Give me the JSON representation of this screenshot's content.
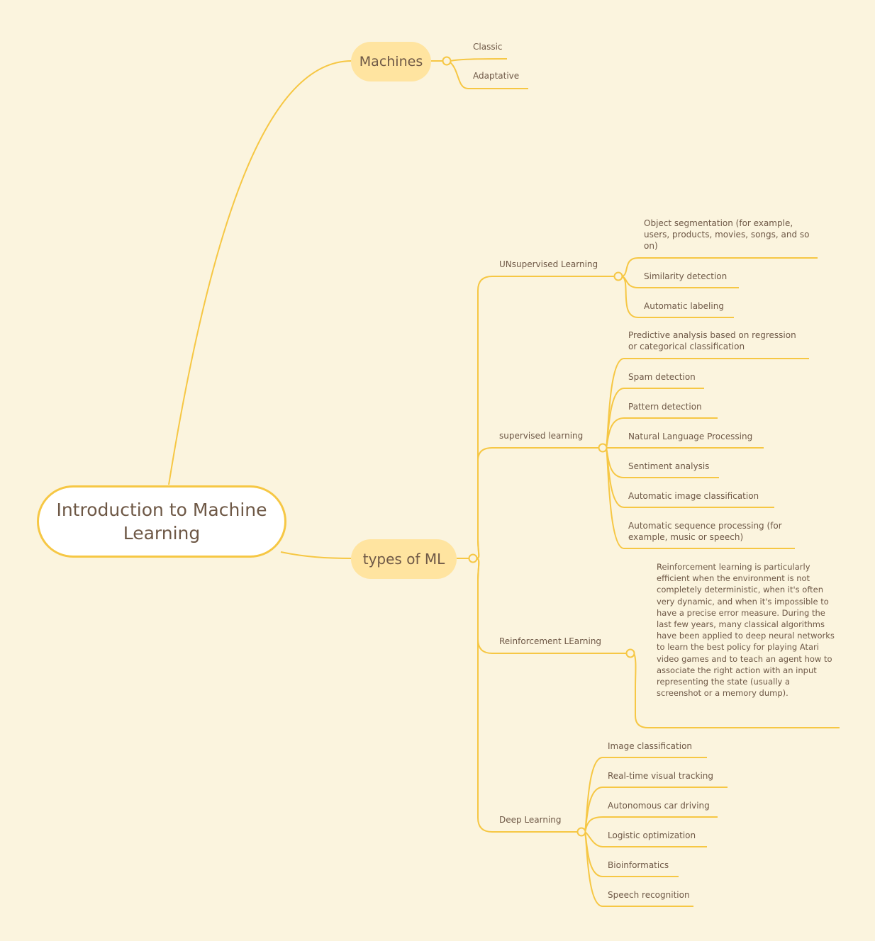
{
  "root": {
    "title": "Introduction to Machine Learning"
  },
  "machines": {
    "label": "Machines",
    "children": [
      "Classic",
      "Adaptative"
    ]
  },
  "types": {
    "label": "types of ML",
    "unsupervised": {
      "label": "UNsupervised Learning",
      "children": [
        "Object segmentation (for example, users, products, movies, songs, and so on)",
        "Similarity detection",
        "Automatic labeling"
      ]
    },
    "supervised": {
      "label": "supervised learning",
      "children": [
        "Predictive analysis based on regression or categorical classification",
        "Spam detection",
        "Pattern detection",
        "Natural Language Processing",
        "Sentiment analysis",
        "Automatic image classification",
        "Automatic sequence processing (for example, music or speech)"
      ]
    },
    "reinforcement": {
      "label": "Reinforcement LEarning",
      "children": [
        "Reinforcement learning is particularly efficient when the environment is not completely deterministic, when it's often very dynamic, and when it's impossible to have a precise error measure. During the last few years, many classical algorithms have been applied to deep neural networks to learn the best policy for playing Atari video games and to teach an agent how to associate the right action with an input representing the state (usually a screenshot or a memory dump)."
      ]
    },
    "deep": {
      "label": "Deep Learning",
      "children": [
        "Image classification",
        "Real-time visual tracking",
        "Autonomous car driving",
        "Logistic optimization",
        "Bioinformatics",
        "Speech recognition"
      ]
    }
  },
  "colors": {
    "background": "#fbf4de",
    "line": "#f6c744",
    "main_topic_fill": "#ffe4a0",
    "root_fill": "#ffffff",
    "text": "#6e5846"
  }
}
